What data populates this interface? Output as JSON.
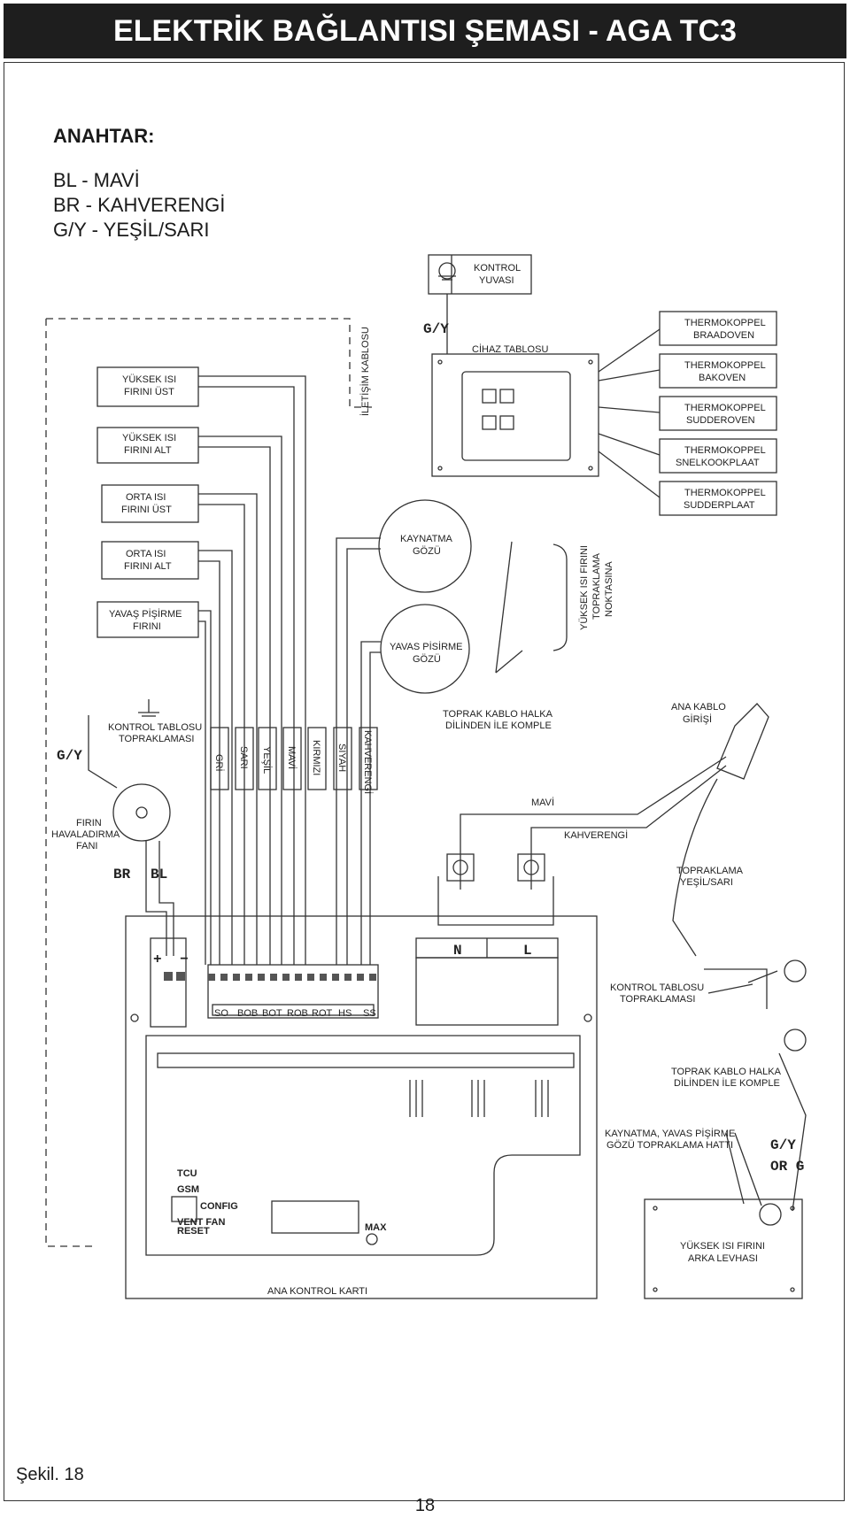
{
  "title": "ELEKTRİK BAĞLANTISI ŞEMASI - AGA TC3",
  "key": {
    "heading": "ANAHTAR:",
    "items": [
      "BL - MAVİ",
      "BR - KAHVERENGİ",
      "G/Y - YEŞİL/SARI"
    ]
  },
  "figure_label": "Şekil. 18",
  "page_number": "18",
  "diagram": {
    "kontrol_yuvasi": [
      "KONTROL",
      "YUVASI"
    ],
    "gy_top": "G/Y",
    "cihaz_tablosu": "CİHAZ TABLOSU",
    "iletisim_kablosu": "İLETİŞİM KABLOSU",
    "thermokoppels": [
      [
        "THERMOKOPPEL",
        "BRAADOVEN"
      ],
      [
        "THERMOKOPPEL",
        "BAKOVEN"
      ],
      [
        "THERMOKOPPEL",
        "SUDDEROVEN"
      ],
      [
        "THERMOKOPPEL",
        "SNELKOOKPLAAT"
      ],
      [
        "THERMOKOPPEL",
        "SUDDERPLAAT"
      ]
    ],
    "ovens": [
      [
        "YÜKSEK ISI",
        "FIRINI ÜST"
      ],
      [
        "YÜKSEK ISI",
        "FIRINI ALT"
      ],
      [
        "ORTA ISI",
        "FIRINI ÜST"
      ],
      [
        "ORTA ISI",
        "FIRINI ALT"
      ],
      [
        "YAVAŞ PİŞİRME",
        "FIRINI"
      ]
    ],
    "kaynatma": [
      "KAYNATMA",
      "GÖZÜ"
    ],
    "yavas_gozu": [
      "YAVAS PİSİRME",
      "GÖZÜ"
    ],
    "yuksek_topraklama": [
      "YÜKSEK ISI FIRINI",
      "TOPRAKLAMA",
      "NOKTASINA"
    ],
    "toprak_kablo_1": [
      "TOPRAK KABLO HALKA",
      "DİLİNDEN İLE KOMPLE"
    ],
    "ana_kablo": [
      "ANA KABLO",
      "GİRİŞİ"
    ],
    "kontrol_tablosu_top": [
      "KONTROL TABLOSU",
      "TOPRAKLAMASI"
    ],
    "gy_left": "G/Y",
    "wire_colors": [
      "GRİ",
      "SARI",
      "YEŞİL",
      "MAVİ",
      "KIRMIZI",
      "SİYAH",
      "KAHVERENGİ"
    ],
    "mavi": "MAVİ",
    "kahverengi": "KAHVERENGİ",
    "fan": [
      "FIRIN",
      "HAVALADIRMA",
      "FANI"
    ],
    "br": "BR",
    "bl": "BL",
    "topraklama_ys": [
      "TOPRAKLAMA",
      "YEŞİL/SARI"
    ],
    "n": "N",
    "l": "L",
    "kontrol_tablosu_right": [
      "KONTROL TABLOSU",
      "TOPRAKLAMASI"
    ],
    "terminal_codes": [
      "SO",
      "BOB",
      "BOT",
      "ROB",
      "ROT",
      "HS",
      "SS"
    ],
    "toprak_kablo_2": [
      "TOPRAK KABLO HALKA",
      "DİLİNDEN İLE KOMPLE"
    ],
    "kaynatma_hatti": [
      "KAYNATMA, YAVAS PİŞİRME",
      "GÖZÜ TOPRAKLAMA HATTI"
    ],
    "gy_or_g": [
      "G/Y",
      "OR G"
    ],
    "board_labels": [
      "TCU",
      "GSM",
      "CONFIG",
      "VENT FAN",
      "RESET",
      "MAX"
    ],
    "arka_levha": [
      "YÜKSEK ISI FIRINI",
      "ARKA LEVHASI"
    ],
    "ana_kontrol_karti": "ANA KONTROL KARTI",
    "plus": "+",
    "minus": "−"
  }
}
